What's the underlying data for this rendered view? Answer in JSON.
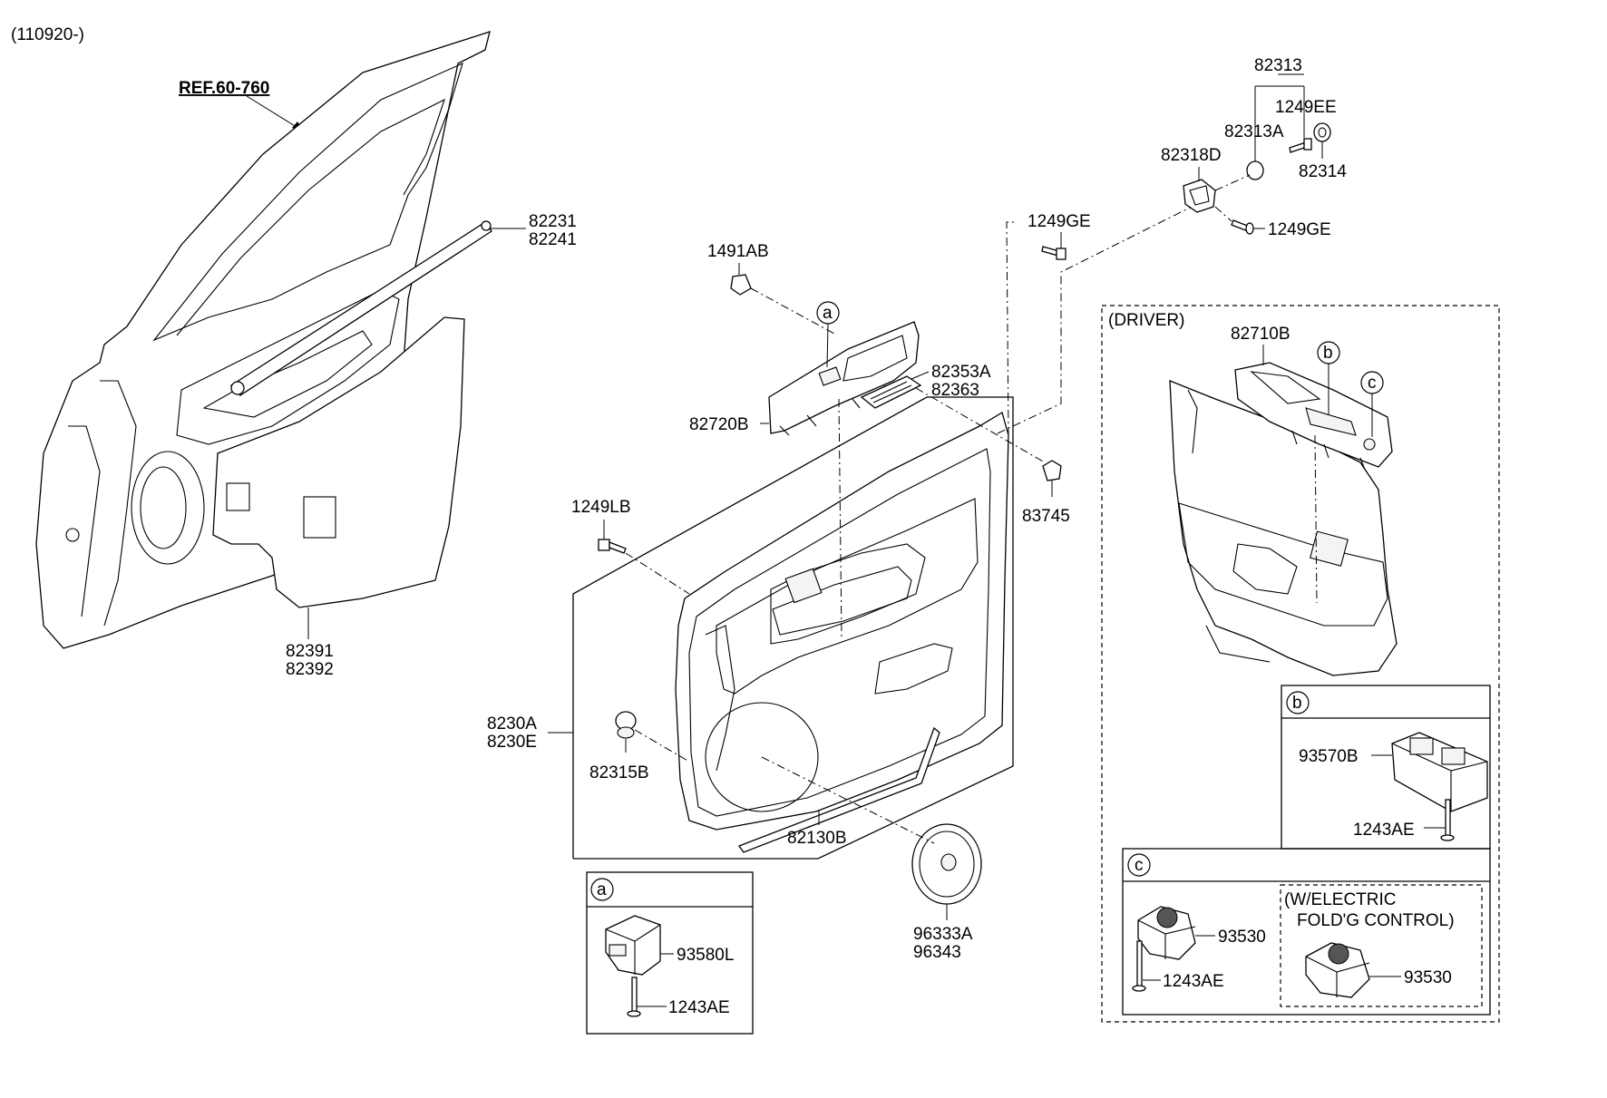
{
  "header": {
    "date_code": "(110920-)"
  },
  "reference": {
    "label": "REF.60-760"
  },
  "part_numbers": {
    "p82231": "82231",
    "p82241": "82241",
    "p82391": "82391",
    "p82392": "82392",
    "p1491AB": "1491AB",
    "p82720B": "82720B",
    "p82353A": "82353A",
    "p82363": "82363",
    "p1249LB": "1249LB",
    "p8230A": "8230A",
    "p8230E": "8230E",
    "p82315B": "82315B",
    "p82130B": "82130B",
    "p96333A": "96333A",
    "p96343": "96343",
    "p83745": "83745",
    "p1249GE_a": "1249GE",
    "p1249GE_b": "1249GE",
    "p82313": "82313",
    "p1249EE": "1249EE",
    "p82313A": "82313A",
    "p82318D": "82318D",
    "p82314": "82314"
  },
  "callouts": {
    "a": "a",
    "b": "b",
    "c": "c"
  },
  "detail_a": {
    "tag": "a",
    "switch": "93580L",
    "screw": "1243AE"
  },
  "driver": {
    "title": "(DRIVER)",
    "trim": "82710B",
    "detail_b": {
      "tag": "b",
      "switch": "93570B",
      "screw": "1243AE"
    },
    "detail_c": {
      "tag": "c",
      "switch": "93530",
      "screw": "1243AE",
      "option_line1": "(W/ELECTRIC",
      "option_line2": "FOLD'G CONTROL)",
      "option_switch": "93530"
    }
  }
}
